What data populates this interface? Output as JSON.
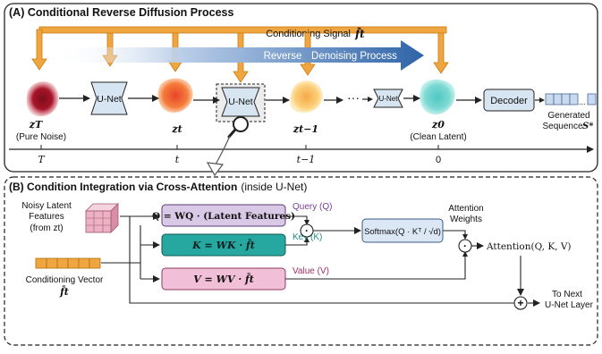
{
  "panel_a": {
    "title": "(A) Conditional Reverse Diffusion Process",
    "conditioning_label": "Conditioning Signal",
    "conditioning_symbol": "f̄t",
    "reverse_label": "Reverse",
    "denoising_label": "Denoising Process",
    "unet_label": "U-Net",
    "unet_small_label": "U-Net",
    "ellipsis": "···",
    "decoder_label": "Decoder",
    "sequence_ellipsis": "...",
    "generated_line1": "Generated",
    "generated_line2": "Sequence",
    "generated_symbol": "S*",
    "states": [
      {
        "symbol": "zT",
        "caption": "(Pure Noise)",
        "tick": "T"
      },
      {
        "symbol": "zt",
        "caption": "",
        "tick": "t"
      },
      {
        "symbol": "zt−1",
        "caption": "",
        "tick": "t−1"
      },
      {
        "symbol": "z0",
        "caption": "(Clean Latent)",
        "tick": "0"
      }
    ]
  },
  "panel_b": {
    "title_bold": "(B) Condition Integration via Cross-Attention",
    "title_rest": "(inside U-Net)",
    "noisy_line1": "Noisy Latent",
    "noisy_line2": "Features",
    "noisy_line3": "(from zt)",
    "cond_line1": "Conditioning Vector",
    "cond_symbol": "f̄t",
    "q_box": "Q = WQ · (Latent Features)",
    "k_box": "K = WK · f̄t",
    "v_box": "V = WV · f̄t",
    "query_label": "Query (Q)",
    "key_label": "Key (K)",
    "value_label": "Value (V)",
    "softmax_label": "Softmax(Q · Kᵀ / √d)",
    "attn_weights_line1": "Attention",
    "attn_weights_line2": "Weights",
    "attention_out": "Attention(Q, K, V)",
    "dot_symbol": "·",
    "plus_symbol": "+",
    "next_line1": "To Next",
    "next_line2": "U-Net Layer"
  },
  "colors": {
    "orange": "#f0a640",
    "orange_dark": "#c97c12",
    "unet_fill": "#d7e4f2",
    "q_fill": "#d9c9e6",
    "k_fill": "#26a7a0",
    "v_fill": "#f1bfd7",
    "softmax_fill": "#dbe7f5",
    "query_text": "#7a3f95",
    "key_text": "#1c8b86",
    "value_text": "#a0306a"
  }
}
